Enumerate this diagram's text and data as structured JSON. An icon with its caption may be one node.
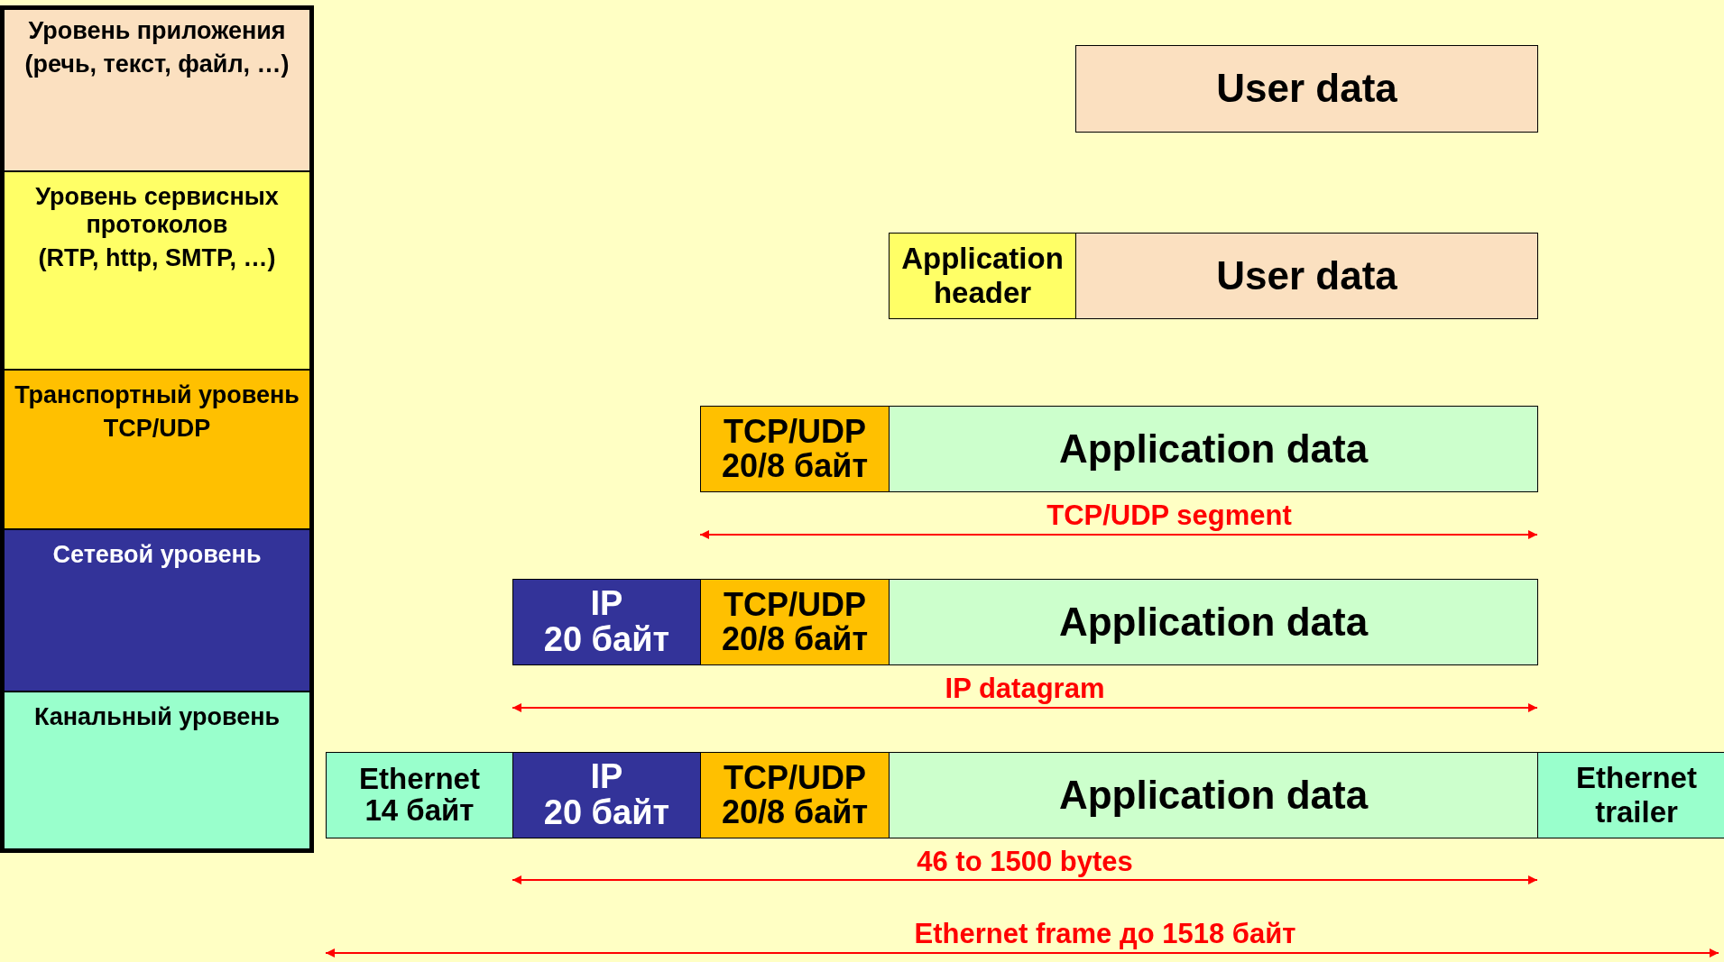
{
  "diagram": {
    "nodes": [
      {
        "text": [
          "Уровень приложения",
          "(речь, текст, файл, …)"
        ]
      },
      {
        "text": [
          "Уровень сервисных протоколов",
          "(RTP, http, SMTP, …)"
        ]
      },
      {
        "text": [
          "Транспортный уровень",
          "TCP/UDP"
        ]
      },
      {
        "text": [
          "Сетевой уровень"
        ]
      },
      {
        "text": [
          "Канальный уровень"
        ]
      },
      {
        "text": [
          "User data"
        ]
      },
      {
        "text": [
          "Application header"
        ]
      },
      {
        "text": [
          "User data"
        ]
      },
      {
        "text": [
          "TCP/UDP",
          "20/8 байт"
        ]
      },
      {
        "text": [
          "Application data"
        ]
      },
      {
        "text": [
          "IP",
          "20 байт"
        ]
      },
      {
        "text": [
          "TCP/UDP",
          "20/8 байт"
        ]
      },
      {
        "text": [
          "Application data"
        ]
      },
      {
        "text": [
          "Ethernet",
          "14 байт"
        ]
      },
      {
        "text": [
          "IP",
          "20 байт"
        ]
      },
      {
        "text": [
          "TCP/UDP",
          "20/8 байт"
        ]
      },
      {
        "text": [
          "Application data"
        ]
      },
      {
        "text": [
          "Ethernet trailer"
        ]
      }
    ],
    "labels": [
      "TCP/UDP segment",
      "IP datagram",
      "46 to 1500 bytes",
      "Ethernet frame до 1518 байт"
    ]
  }
}
